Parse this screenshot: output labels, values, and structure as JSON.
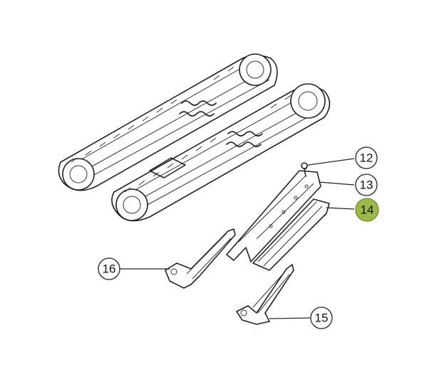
{
  "diagram": {
    "callouts": [
      {
        "id": "12",
        "label": "12",
        "highlight": false
      },
      {
        "id": "13",
        "label": "13",
        "highlight": false
      },
      {
        "id": "14",
        "label": "14",
        "highlight": true
      },
      {
        "id": "15",
        "label": "15",
        "highlight": false
      },
      {
        "id": "16",
        "label": "16",
        "highlight": false
      }
    ],
    "colors": {
      "highlight_fill": "#9bb94a",
      "line": "#222222",
      "background": "#ffffff"
    }
  }
}
